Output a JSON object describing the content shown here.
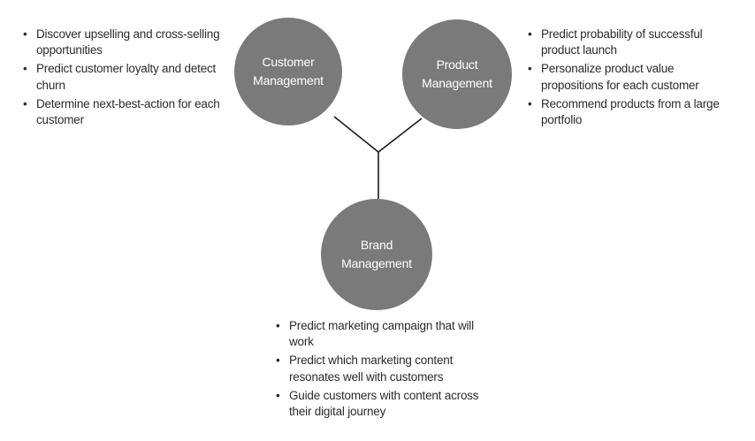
{
  "nodes": {
    "customer": {
      "line1": "Customer",
      "line2": "Management"
    },
    "product": {
      "line1": "Product",
      "line2": "Management"
    },
    "brand": {
      "line1": "Brand",
      "line2": "Management"
    }
  },
  "lists": {
    "customer": [
      "Discover upselling and cross-selling opportunities",
      "Predict customer loyalty and detect churn",
      "Determine next-best-action for each customer"
    ],
    "product": [
      "Predict probability of successful product launch",
      "Personalize product value propositions for each customer",
      "Recommend products from a large portfolio"
    ],
    "brand": [
      "Predict marketing campaign that will work",
      "Predict which marketing content resonates well with customers",
      "Guide customers with content across their digital journey"
    ]
  },
  "colors": {
    "node_fill": "#7a7a7a",
    "node_text": "#ffffff",
    "connector": "#1a1a1a",
    "text": "#2b2b2b"
  }
}
